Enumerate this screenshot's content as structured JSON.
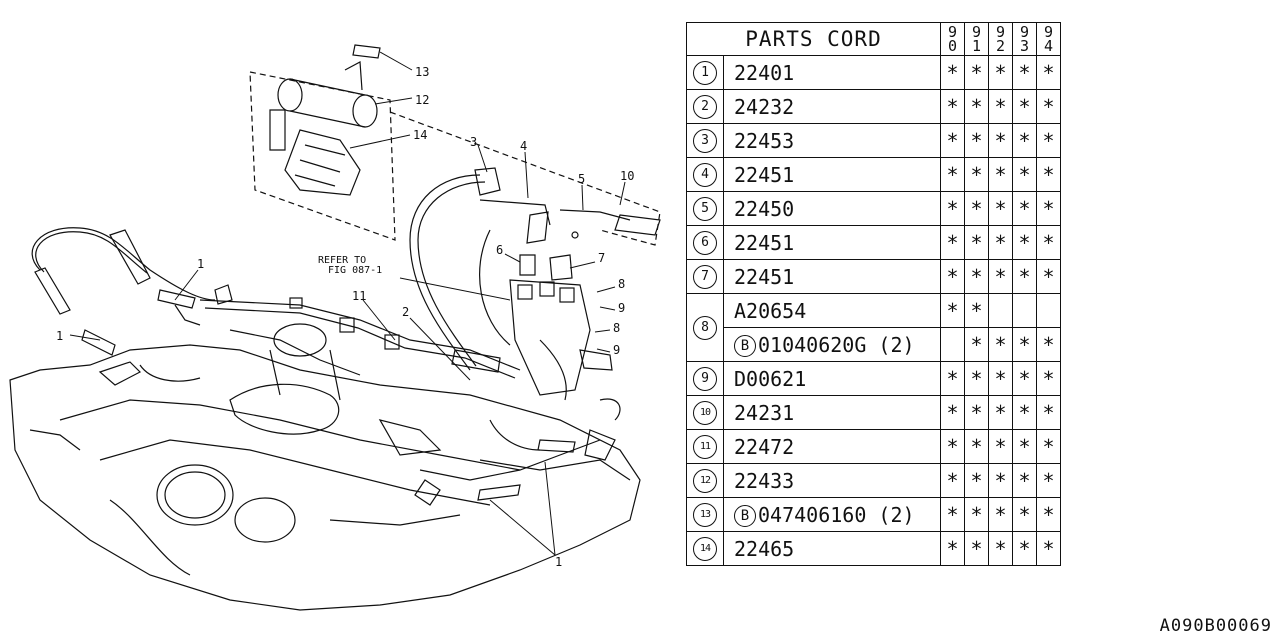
{
  "table": {
    "header_title": "PARTS CORD",
    "years": [
      [
        "9",
        "0"
      ],
      [
        "9",
        "1"
      ],
      [
        "9",
        "2"
      ],
      [
        "9",
        "3"
      ],
      [
        "9",
        "4"
      ]
    ],
    "rows": [
      {
        "num": "1",
        "sub": [
          {
            "b": "",
            "part": "22401",
            "marks": [
              "*",
              "*",
              "*",
              "*",
              "*"
            ]
          }
        ]
      },
      {
        "num": "2",
        "sub": [
          {
            "b": "",
            "part": "24232",
            "marks": [
              "*",
              "*",
              "*",
              "*",
              "*"
            ]
          }
        ]
      },
      {
        "num": "3",
        "sub": [
          {
            "b": "",
            "part": "22453",
            "marks": [
              "*",
              "*",
              "*",
              "*",
              "*"
            ]
          }
        ]
      },
      {
        "num": "4",
        "sub": [
          {
            "b": "",
            "part": "22451",
            "marks": [
              "*",
              "*",
              "*",
              "*",
              "*"
            ]
          }
        ]
      },
      {
        "num": "5",
        "sub": [
          {
            "b": "",
            "part": "22450",
            "marks": [
              "*",
              "*",
              "*",
              "*",
              "*"
            ]
          }
        ]
      },
      {
        "num": "6",
        "sub": [
          {
            "b": "",
            "part": "22451",
            "marks": [
              "*",
              "*",
              "*",
              "*",
              "*"
            ]
          }
        ]
      },
      {
        "num": "7",
        "sub": [
          {
            "b": "",
            "part": "22451",
            "marks": [
              "*",
              "*",
              "*",
              "*",
              "*"
            ]
          }
        ]
      },
      {
        "num": "8",
        "sub": [
          {
            "b": "",
            "part": "A20654",
            "marks": [
              "*",
              "*",
              "",
              "",
              ""
            ]
          },
          {
            "b": "B",
            "part": "01040620G (2)",
            "marks": [
              "",
              "*",
              "*",
              "*",
              "*"
            ]
          }
        ]
      },
      {
        "num": "9",
        "sub": [
          {
            "b": "",
            "part": "D00621",
            "marks": [
              "*",
              "*",
              "*",
              "*",
              "*"
            ]
          }
        ]
      },
      {
        "num": "10",
        "sub": [
          {
            "b": "",
            "part": "24231",
            "marks": [
              "*",
              "*",
              "*",
              "*",
              "*"
            ]
          }
        ]
      },
      {
        "num": "11",
        "sub": [
          {
            "b": "",
            "part": "22472",
            "marks": [
              "*",
              "*",
              "*",
              "*",
              "*"
            ]
          }
        ]
      },
      {
        "num": "12",
        "sub": [
          {
            "b": "",
            "part": "22433",
            "marks": [
              "*",
              "*",
              "*",
              "*",
              "*"
            ]
          }
        ]
      },
      {
        "num": "13",
        "sub": [
          {
            "b": "B",
            "part": "047406160 (2)",
            "marks": [
              "*",
              "*",
              "*",
              "*",
              "*"
            ]
          }
        ]
      },
      {
        "num": "14",
        "sub": [
          {
            "b": "",
            "part": "22465",
            "marks": [
              "*",
              "*",
              "*",
              "*",
              "*"
            ]
          }
        ]
      }
    ]
  },
  "diagram": {
    "refer_line1": "REFER TO",
    "refer_line2": "FIG 087-1",
    "callouts": [
      "13",
      "12",
      "14",
      "3",
      "4",
      "5",
      "10",
      "1",
      "6",
      "7",
      "8",
      "9",
      "11",
      "2",
      "1",
      "8",
      "9",
      "1"
    ]
  },
  "doc_code": "A090B00069"
}
